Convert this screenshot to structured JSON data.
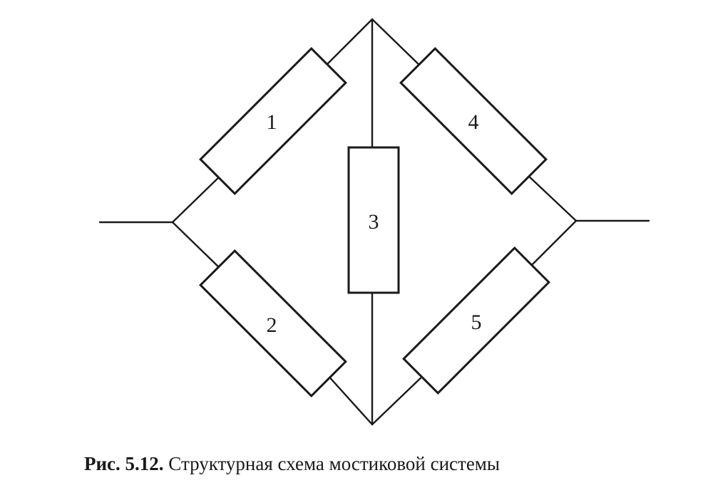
{
  "diagram": {
    "blocks": [
      {
        "id": "b1",
        "label": "1"
      },
      {
        "id": "b2",
        "label": "2"
      },
      {
        "id": "b3",
        "label": "3"
      },
      {
        "id": "b4",
        "label": "4"
      },
      {
        "id": "b5",
        "label": "5"
      }
    ]
  },
  "caption": {
    "number": "Рис. 5.12.",
    "text": "Структурная схема мостиковой системы"
  }
}
